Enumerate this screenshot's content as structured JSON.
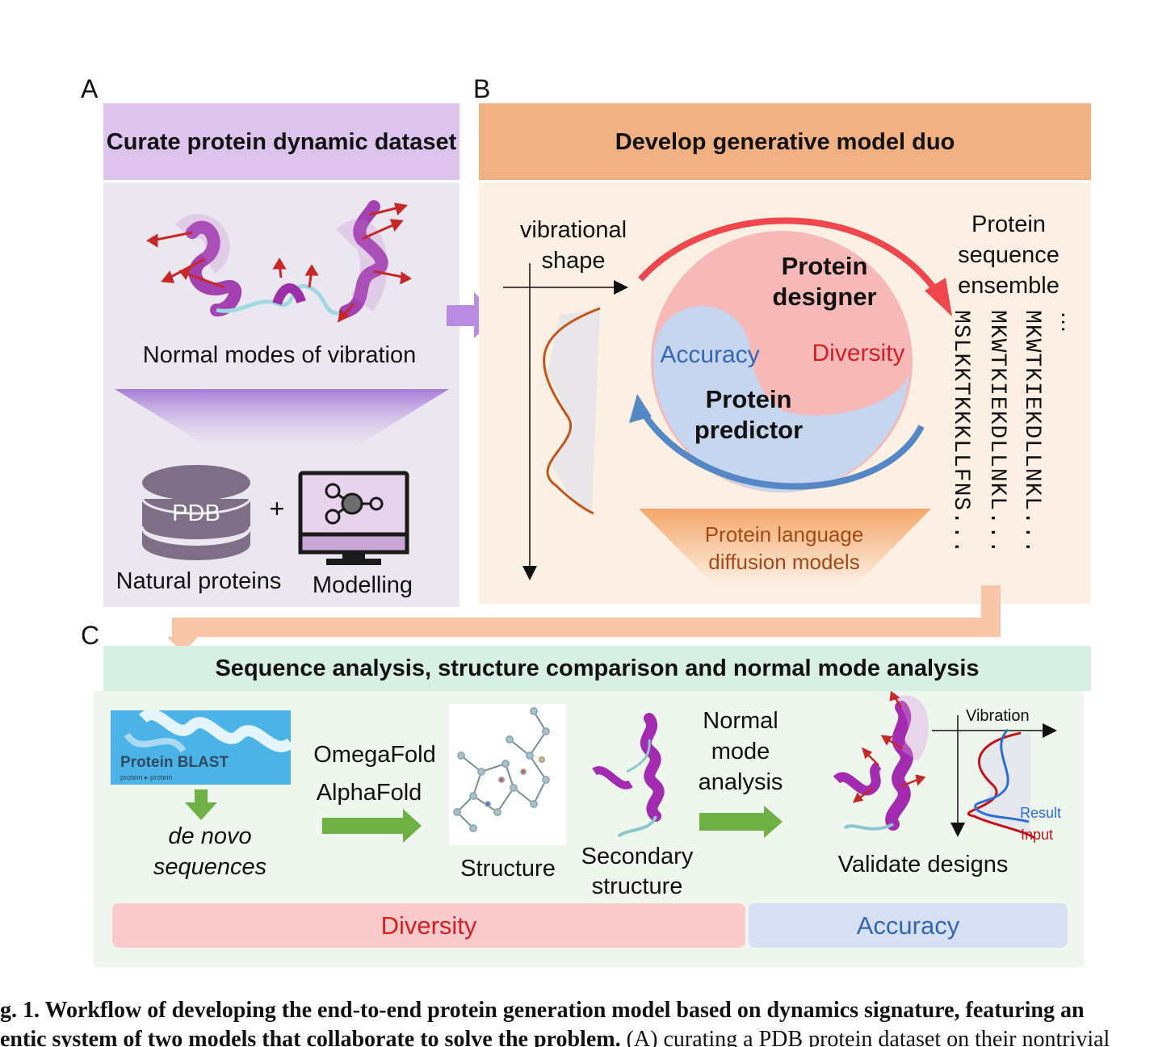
{
  "panel_a": {
    "letter": "A",
    "header": "Curate protein dynamic dataset",
    "vibration_label": "Normal modes of vibration",
    "db_label": "PDB",
    "plus": "+",
    "natural_label": "Natural proteins",
    "modelling_label": "Modelling"
  },
  "panel_b": {
    "letter": "B",
    "header": "Develop generative model duo",
    "vibrational_shape": [
      "vibrational",
      "shape"
    ],
    "designer": [
      "Protein",
      "designer"
    ],
    "predictor": [
      "Protein",
      "predictor"
    ],
    "accuracy": "Accuracy",
    "diversity": "Diversity",
    "plm": [
      "Protein language",
      "diffusion models"
    ],
    "ensemble_label": [
      "Protein",
      "sequence",
      "ensemble"
    ],
    "sequences": [
      "MSLKKTKKKLLFNS...",
      "MKWTKIEKDLLNKL...",
      "MKWTKIEKDLLNKL..."
    ],
    "more": "…"
  },
  "panel_c": {
    "letter": "C",
    "header": "Sequence analysis, structure comparison and normal mode analysis",
    "blast_label": "Protein BLAST",
    "blast_sub": "protein ▸ protein",
    "denovo": [
      "de novo",
      "sequences"
    ],
    "fold_tools": [
      "OmegaFold",
      "AlphaFold"
    ],
    "structure": "Structure",
    "secondary": [
      "Secondary",
      "structure"
    ],
    "nma": [
      "Normal",
      "mode",
      "analysis"
    ],
    "vibration": "Vibration",
    "result": "Result",
    "input": "Input",
    "validate": "Validate designs",
    "diversity_bar": "Diversity",
    "accuracy_bar": "Accuracy"
  },
  "caption": {
    "line1": "g. 1. Workflow of developing the end-to-end protein generation model based on dynamics signature, featuring an",
    "line2_bold": "entic system of two models that collaborate to solve the problem.",
    "line2_rest": " (A) curating a PDB protein dataset on their nontrivial"
  },
  "colors": {
    "panel_a_header": "#dcc4ec",
    "panel_a_body": "#ebe7f0",
    "panel_b_header": "#f2b183",
    "panel_b_body": "#fcefe4",
    "panel_c_header": "#d8efe4",
    "panel_c_body": "#eef6ee",
    "designer_red": "#f7b8b8",
    "predictor_blue": "#c5d6ee",
    "red_arrow": "#f0474f",
    "blue_arrow": "#5587c4",
    "green_arrow": "#6eb043",
    "purple_arrow": "#b98ce2",
    "diversity_text": "#d41f26",
    "accuracy_text": "#3566b3"
  }
}
